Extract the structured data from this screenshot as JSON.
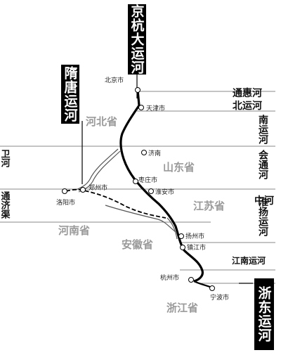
{
  "colors": {
    "canal": "#000000",
    "province": "#9a9a9a",
    "tributary": "#555555",
    "rule": "#888888"
  },
  "title_boxes": {
    "jinghang": "京杭大运河",
    "suitang": "隋唐运河",
    "zhedong": "浙东运河"
  },
  "provinces": {
    "hebei": "河北省",
    "shandong": "山东省",
    "jiangsu": "江苏省",
    "henan": "河南省",
    "anhui": "安徽省",
    "zhejiang": "浙江省"
  },
  "cities": {
    "beijing": "北京市",
    "tianjin": "天津市",
    "jinan": "济南",
    "zaozhuang": "枣庄市",
    "huaian": "淮安市",
    "zhengzhou": "郑州市",
    "luoyang": "洛阳市",
    "yangzhou": "扬州市",
    "zhenjiang": "镇江市",
    "hangzhou": "杭州市",
    "ningbo": "宁波市"
  },
  "canal_segments": {
    "tonghui": "通惠河",
    "beiyun": "北运河",
    "nanyun": "南运河",
    "huitong": "会通河",
    "zhong": "中河",
    "huaiyang": "淮扬运河",
    "jiangnan": "江南运河"
  },
  "west_segments": {
    "wei": "卫河",
    "tongji": "通济渠"
  }
}
